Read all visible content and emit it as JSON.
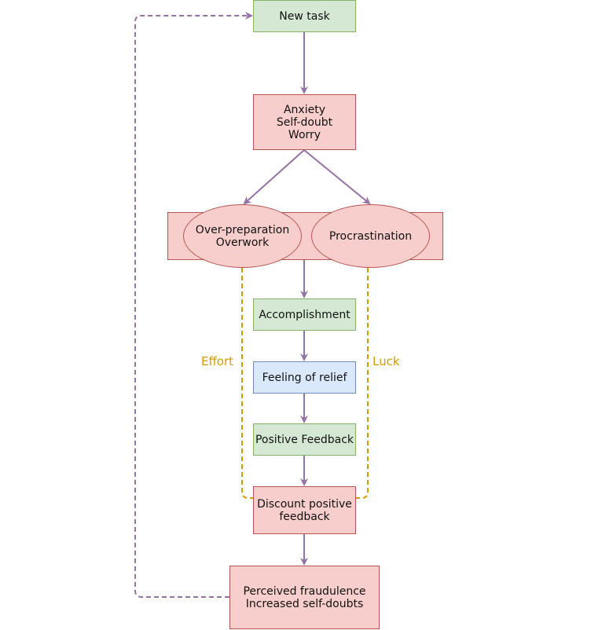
{
  "nodes": {
    "new_task": "New task",
    "anxiety": "Anxiety\nSelf-doubt\nWorry",
    "overprep": "Over-preparation\nOverwork",
    "procrastination": "Procrastination",
    "accomplishment": "Accomplishment",
    "relief": "Feeling of relief",
    "positive_feedback": "Positive Feedback",
    "discount": "Discount positive\nfeedback",
    "fraudulence": "Perceived fraudulence\nIncreased self-doubts"
  },
  "labels": {
    "effort": "Effort",
    "luck": "Luck"
  },
  "colors": {
    "green_fill": "#d5e8d4",
    "red_fill": "#f8cecc",
    "blue_fill": "#dae8fc",
    "arrow": "#9673a6",
    "dashed_orange": "#d79b00"
  }
}
